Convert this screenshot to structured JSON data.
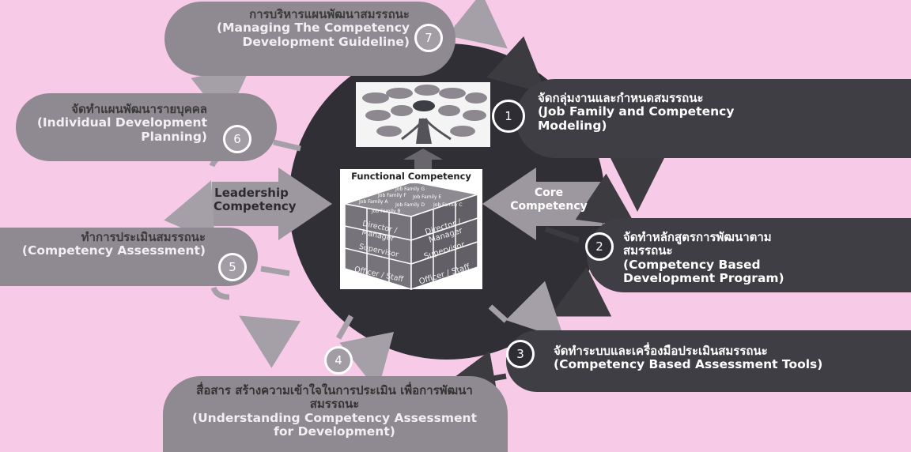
{
  "steps": [
    {
      "number": "1",
      "thai": "จัดกลุ่มงานและกำหนดสมรรถนะ",
      "english": "(Job Family and Competency Modeling)"
    },
    {
      "number": "2",
      "thai": "จัดทำหลักสูตรการพัฒนาตามสมรรถนะ",
      "english": "(Competency Based Development Program)"
    },
    {
      "number": "3",
      "thai": "จัดทำระบบและเครื่องมือประเมินสมรรถนะ",
      "english": "(Competency Based Assessment Tools)"
    },
    {
      "number": "4",
      "thai": "สื่อสาร สร้างความเข้าใจในการประเมิน เพื่อการพัฒนาสมรรถนะ",
      "english": "(Understanding Competency Assessment for Development)"
    },
    {
      "number": "5",
      "thai": "ทำการประเมินสมรรถนะ",
      "english": "(Competency Assessment)"
    },
    {
      "number": "6",
      "thai": "จัดทำแผนพัฒนารายบุคคล",
      "english": "(Individual Development Planning)"
    },
    {
      "number": "7",
      "thai": "การบริหารแผนพัฒนาสมรรถนะ",
      "english": "(Managing The Competency Development Guideline)"
    }
  ],
  "center": {
    "functional_label": "Functional Competency",
    "leadership_label": "Leadership Competency",
    "core_label": "Core Competency",
    "job_families": [
      "Job Family A",
      "Job Family B",
      "Job Family C",
      "Job Family D",
      "Job Family E",
      "Job Family F",
      "Job Family G"
    ],
    "levels": [
      "Director / Manager",
      "Supervisor",
      "Officer / Staff"
    ]
  },
  "colors": {
    "background": "#f7cbe8",
    "dark_step": "#3e3e44",
    "light_step": "#8f8a91",
    "arrow": "#a5a0a8",
    "center_circle": "#2f2f35",
    "cube": "#6e6a70"
  }
}
